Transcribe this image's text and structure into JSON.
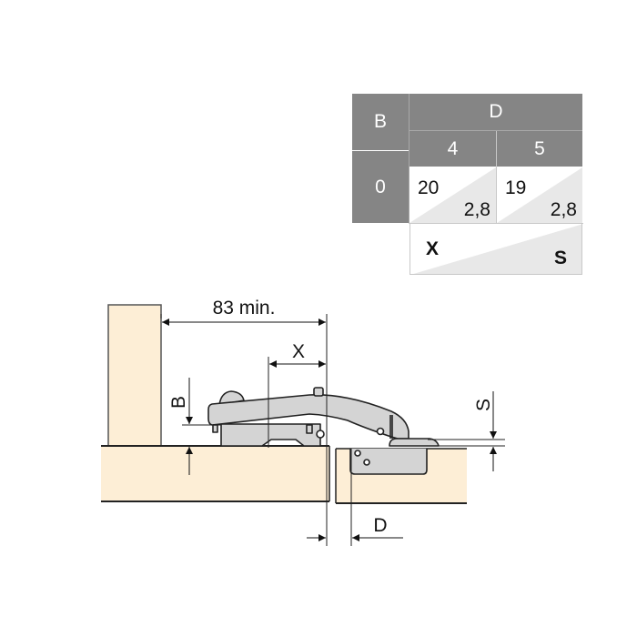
{
  "table": {
    "header_b": "B",
    "header_d": "D",
    "d_values": [
      "4",
      "5"
    ],
    "b_value": "0",
    "cells": [
      {
        "x": "20",
        "s": "2,8"
      },
      {
        "x": "19",
        "s": "2,8"
      }
    ],
    "legend": {
      "x_label": "X",
      "s_label": "S"
    },
    "colors": {
      "header_bg": "#858585",
      "header_text": "#ffffff",
      "cell_bg": "#ffffff",
      "cell_shade": "#e8e8e8",
      "grid": "#c8c8c8"
    }
  },
  "drawing": {
    "dimension_83": "83 min.",
    "label_x": "X",
    "label_b": "B",
    "label_s": "S",
    "label_d": "D",
    "colors": {
      "wood": "#fdeed6",
      "hinge": "#d4d4d4",
      "line": "#222222"
    }
  }
}
